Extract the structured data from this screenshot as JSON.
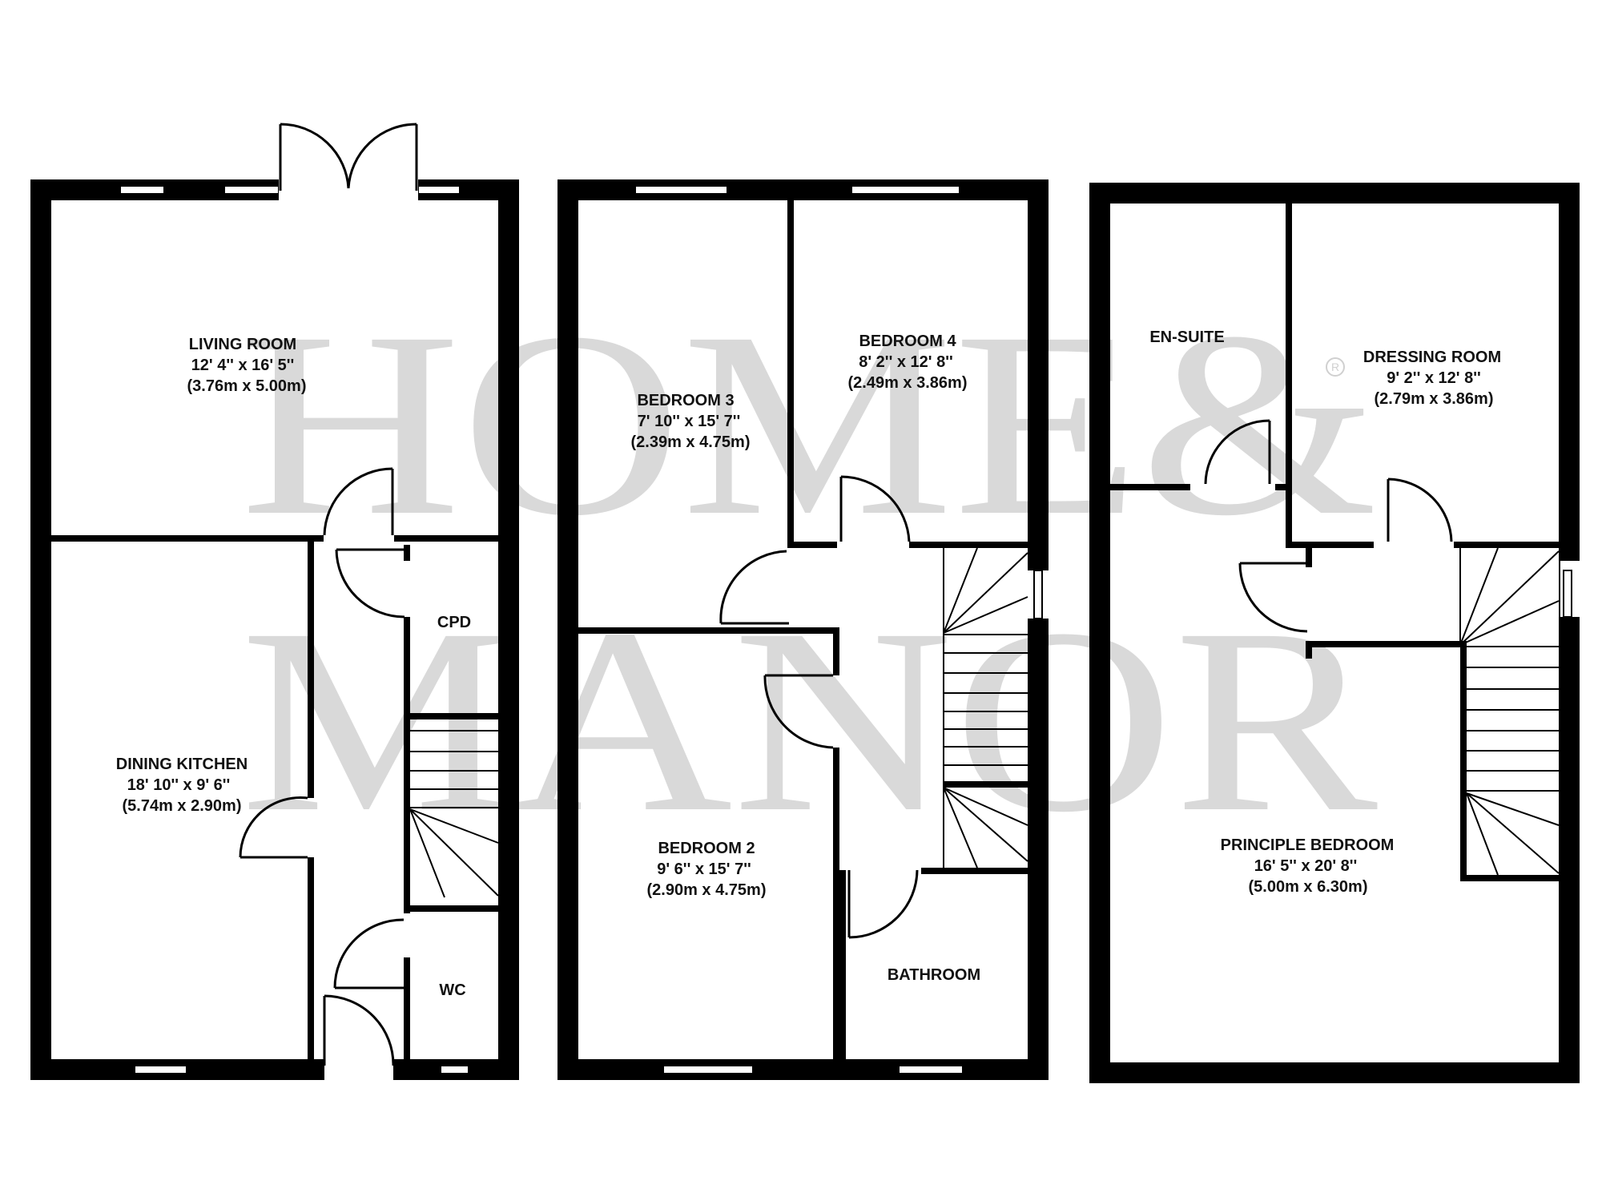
{
  "watermark": {
    "line1": "HOME&",
    "line2": "MANOR",
    "registered_mark": "R",
    "color": "#d9d9d9"
  },
  "floors": [
    {
      "id": "ground-floor",
      "rooms": [
        {
          "name": "LIVING ROOM",
          "imperial": "12' 4'' x 16' 5''",
          "metric": "(3.76m x 5.00m)"
        },
        {
          "name": "DINING KITCHEN",
          "imperial": "18' 10'' x 9' 6''",
          "metric": "(5.74m x 2.90m)"
        },
        {
          "name": "CPD"
        },
        {
          "name": "WC"
        }
      ]
    },
    {
      "id": "first-floor",
      "rooms": [
        {
          "name": "BEDROOM 3",
          "imperial": "7' 10'' x 15' 7''",
          "metric": "(2.39m x 4.75m)"
        },
        {
          "name": "BEDROOM 4",
          "imperial": "8' 2'' x 12' 8''",
          "metric": "(2.49m x 3.86m)"
        },
        {
          "name": "BEDROOM 2",
          "imperial": "9' 6'' x 15' 7''",
          "metric": "(2.90m x 4.75m)"
        },
        {
          "name": "BATHROOM"
        }
      ]
    },
    {
      "id": "second-floor",
      "rooms": [
        {
          "name": "EN-SUITE"
        },
        {
          "name": "DRESSING ROOM",
          "imperial": "9' 2'' x 12' 8''",
          "metric": "(2.79m x 3.86m)"
        },
        {
          "name": "PRINCIPLE BEDROOM",
          "imperial": "16' 5'' x 20' 8''",
          "metric": "(5.00m x 6.30m)"
        }
      ]
    }
  ],
  "colors": {
    "wall": "#000000",
    "background": "#ffffff",
    "watermark": "#d9d9d9"
  }
}
